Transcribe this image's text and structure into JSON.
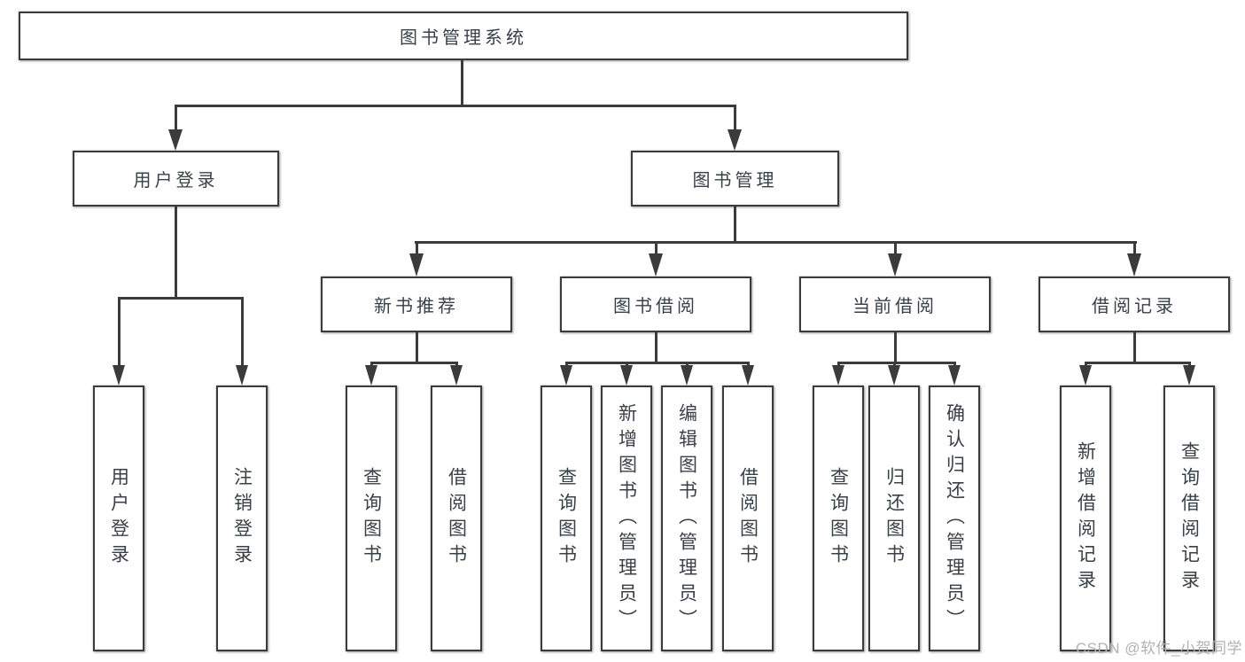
{
  "diagram": {
    "root": {
      "label": "图书管理系统"
    },
    "level2": [
      {
        "label": "用户登录"
      },
      {
        "label": "图书管理"
      }
    ],
    "level3": [
      {
        "label": "新书推荐"
      },
      {
        "label": "图书借阅"
      },
      {
        "label": "当前借阅"
      },
      {
        "label": "借阅记录"
      }
    ],
    "leaves": {
      "user_login": [
        {
          "label": "用户登录"
        },
        {
          "label": "注销登录"
        }
      ],
      "new_books": [
        {
          "label": "查询图书"
        },
        {
          "label": "借阅图书"
        }
      ],
      "book_borrow": [
        {
          "label": "查询图书"
        },
        {
          "label": "新增图书（管理员）"
        },
        {
          "label": "编辑图书（管理员）"
        },
        {
          "label": "借阅图书"
        }
      ],
      "current_borrow": [
        {
          "label": "查询图书"
        },
        {
          "label": "归还图书"
        },
        {
          "label": "确认归还（管理员）"
        }
      ],
      "borrow_records": [
        {
          "label": "新增借阅记录"
        },
        {
          "label": "查询借阅记录"
        }
      ]
    },
    "colors": {
      "line": "#3b3b3b",
      "text": "#3a4047",
      "box_background": "#ffffff",
      "watermark": "#b2b2b2"
    }
  },
  "watermark": {
    "text": "CSDN @软件_小贺同学"
  }
}
